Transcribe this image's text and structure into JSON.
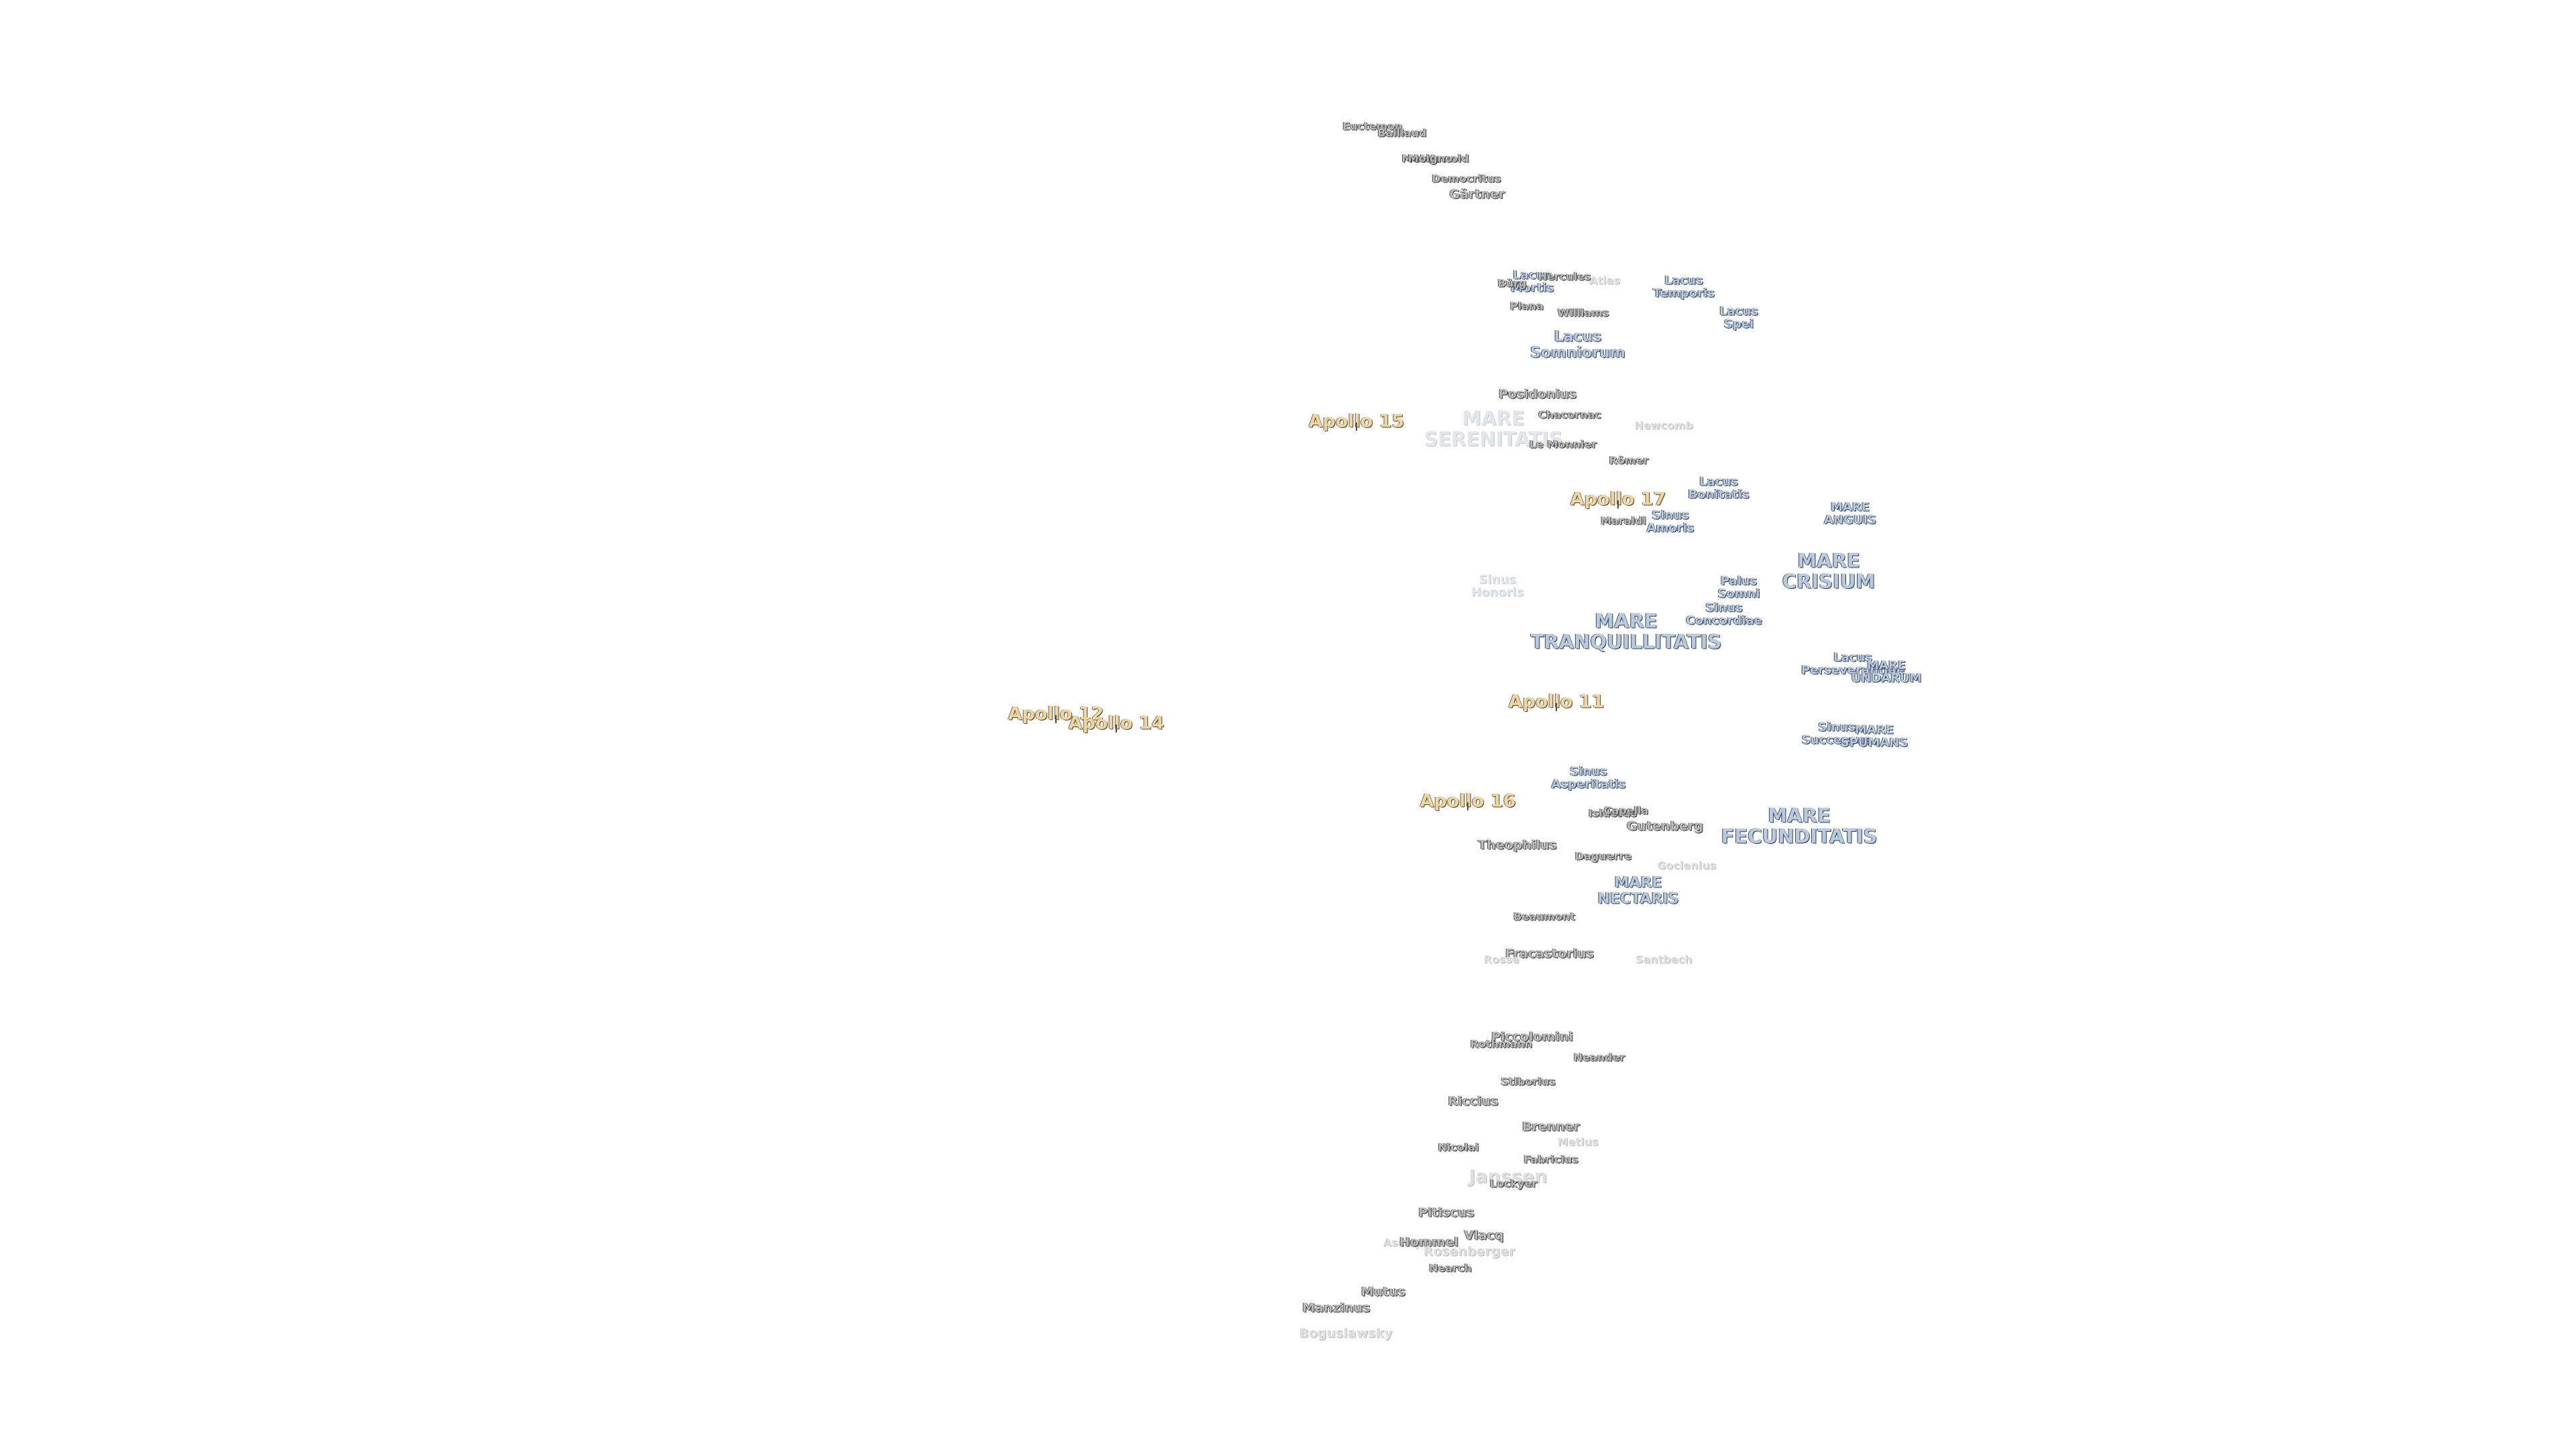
{
  "labels": [
    {
      "name": "Euctemon",
      "kind": "crater small"
    },
    {
      "name": "Baillaud",
      "kind": "crater small"
    },
    {
      "name": "Meton",
      "kind": "crater small"
    },
    {
      "name": "Arnold",
      "kind": "crater small"
    },
    {
      "name": "Moigno",
      "kind": "crater small"
    },
    {
      "name": "Democritus",
      "kind": "crater small"
    },
    {
      "name": "Gärtner",
      "kind": "crater"
    },
    {
      "name": "Lacus Mortis",
      "kind": "sea small"
    },
    {
      "name": "Bürg",
      "kind": "crater small"
    },
    {
      "name": "Hercules",
      "kind": "crater small"
    },
    {
      "name": "Atlas",
      "kind": "crater small faint"
    },
    {
      "name": "Lacus Temporis",
      "kind": "sea small"
    },
    {
      "name": "Plana",
      "kind": "crater small"
    },
    {
      "name": "Williams",
      "kind": "crater small"
    },
    {
      "name": "Lacus Spei",
      "kind": "sea small"
    },
    {
      "name": "Lacus Somniorum",
      "kind": "sea mid"
    },
    {
      "name": "Posidonius",
      "kind": "crater"
    },
    {
      "name": "Chacornac",
      "kind": "crater small"
    },
    {
      "name": "MARE SERENITATIS",
      "kind": "sea faint"
    },
    {
      "name": "Newcomb",
      "kind": "crater small faint"
    },
    {
      "name": "Le Monnier",
      "kind": "crater small"
    },
    {
      "name": "Römer",
      "kind": "crater small"
    },
    {
      "name": "Lacus Bonitatis",
      "kind": "sea small"
    },
    {
      "name": "MARE ANGUIS",
      "kind": "sea small"
    },
    {
      "name": "Maraldi",
      "kind": "crater small"
    },
    {
      "name": "Sinus Amoris",
      "kind": "sea small"
    },
    {
      "name": "MARE CRISIUM",
      "kind": "sea"
    },
    {
      "name": "Palus Somni",
      "kind": "sea small"
    },
    {
      "name": "Sinus Honoris",
      "kind": "sea small faint"
    },
    {
      "name": "Sinus Concordiae",
      "kind": "sea small"
    },
    {
      "name": "MARE TRANQUILLITATIS",
      "kind": "sea"
    },
    {
      "name": "Lacus Perseverantiae",
      "kind": "sea small"
    },
    {
      "name": "MARE UNDARUM",
      "kind": "sea small"
    },
    {
      "name": "Sinus Successus",
      "kind": "sea small"
    },
    {
      "name": "MARE SPUMANS",
      "kind": "sea small"
    },
    {
      "name": "Sinus Asperitatis",
      "kind": "sea small"
    },
    {
      "name": "Isidorus",
      "kind": "crater small"
    },
    {
      "name": "Capella",
      "kind": "crater small"
    },
    {
      "name": "Gutenberg",
      "kind": "crater"
    },
    {
      "name": "MARE FECUNDITATIS",
      "kind": "sea"
    },
    {
      "name": "Theophilus",
      "kind": "crater"
    },
    {
      "name": "Daguerre",
      "kind": "crater small"
    },
    {
      "name": "Goclenius",
      "kind": "crater small faint"
    },
    {
      "name": "MARE NECTARIS",
      "kind": "sea mid"
    },
    {
      "name": "Beaumont",
      "kind": "crater small"
    },
    {
      "name": "Fracastorius",
      "kind": "crater"
    },
    {
      "name": "Rosse",
      "kind": "crater small faint"
    },
    {
      "name": "Santbech",
      "kind": "crater small faint"
    },
    {
      "name": "Piccolomini",
      "kind": "crater"
    },
    {
      "name": "Rothmann",
      "kind": "crater small"
    },
    {
      "name": "Neander",
      "kind": "crater small"
    },
    {
      "name": "Stiborius",
      "kind": "crater small"
    },
    {
      "name": "Riccius",
      "kind": "crater"
    },
    {
      "name": "Brenner",
      "kind": "crater"
    },
    {
      "name": "Metius",
      "kind": "crater small faint"
    },
    {
      "name": "Nicolai",
      "kind": "crater small"
    },
    {
      "name": "Fabricius",
      "kind": "crater small"
    },
    {
      "name": "Janssen",
      "kind": "crater big faint"
    },
    {
      "name": "Lockyer",
      "kind": "crater small"
    },
    {
      "name": "Pitiscus",
      "kind": "crater"
    },
    {
      "name": "Vlacq",
      "kind": "crater"
    },
    {
      "name": "Asclepi",
      "kind": "crater small faint"
    },
    {
      "name": "Hommel",
      "kind": "crater"
    },
    {
      "name": "Rosenberger",
      "kind": "crater faint"
    },
    {
      "name": "Nearch",
      "kind": "crater small"
    },
    {
      "name": "Mutus",
      "kind": "crater"
    },
    {
      "name": "Manzinus",
      "kind": "crater"
    },
    {
      "name": "Boguslawsky",
      "kind": "crater faint"
    },
    {
      "name": "Apollo 15",
      "kind": "apollo"
    },
    {
      "name": "Apollo 17",
      "kind": "apollo"
    },
    {
      "name": "Apollo 11",
      "kind": "apollo"
    },
    {
      "name": "Apollo 12",
      "kind": "apollo"
    },
    {
      "name": "Apollo 14",
      "kind": "apollo"
    },
    {
      "name": "Apollo 16",
      "kind": "apollo"
    }
  ]
}
